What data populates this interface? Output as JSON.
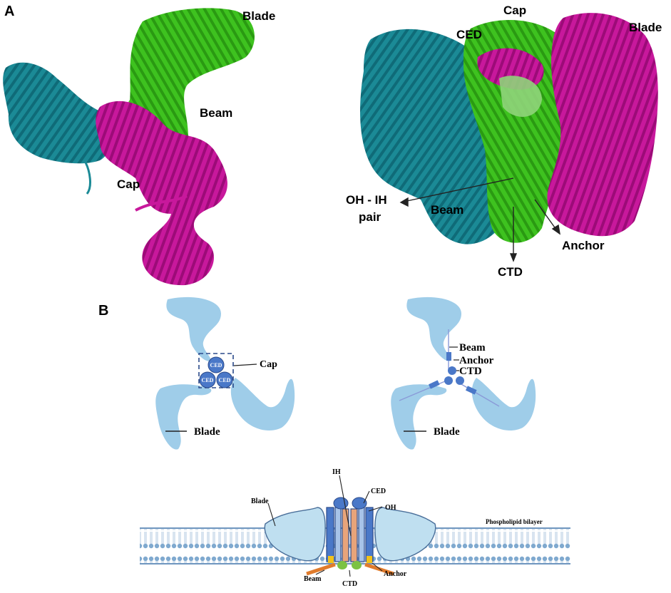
{
  "panel_a": {
    "letter": "A",
    "left": {
      "blade": "Blade",
      "beam": "Beam",
      "cap": "Cap"
    },
    "right": {
      "cap": "Cap",
      "ced": "CED",
      "blade": "Blade",
      "oh_ih_line1": "OH - IH",
      "oh_ih_line2": "pair",
      "beam": "Beam",
      "anchor": "Anchor",
      "ctd": "CTD"
    }
  },
  "panel_b": {
    "letter": "B",
    "top_left": {
      "cap": "Cap",
      "blade": "Blade",
      "ced1": "CED",
      "ced2": "CED",
      "ced3": "CED"
    },
    "top_right": {
      "beam": "Beam",
      "anchor": "Anchor",
      "ctd": "CTD",
      "blade": "Blade"
    },
    "bottom": {
      "ih": "IH",
      "ced": "CED",
      "oh": "OH",
      "blade": "Blade",
      "membrane": "Phospholipid bilayer",
      "beam": "Beam",
      "ctd": "CTD",
      "anchor": "Anchor"
    }
  },
  "colors": {
    "teal": "#1b8a96",
    "green": "#3ec21f",
    "magenta": "#c8189c",
    "blade_blue": "#9fcde9",
    "domain_blue": "#4a78c8",
    "orange": "#e07b2c",
    "yellow": "#f2c21a",
    "light_green": "#7cc242"
  }
}
